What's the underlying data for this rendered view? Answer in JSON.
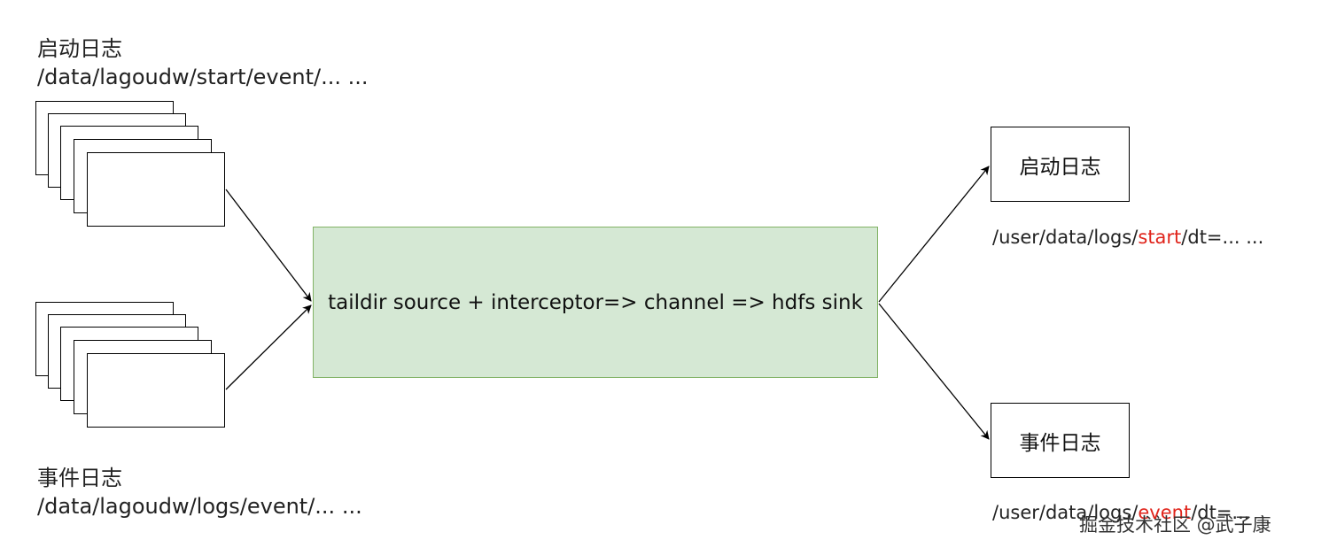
{
  "sources": {
    "start": {
      "title": "启动日志",
      "path": "/data/lagoudw/start/event/... ..."
    },
    "event": {
      "title": "事件日志",
      "path": "/data/lagoudw/logs/event/... ..."
    }
  },
  "pipeline": {
    "label": "taildir source + interceptor=> channel => hdfs sink",
    "fill_color": "#d5e8d4",
    "border_color": "#82b366"
  },
  "outputs": {
    "start": {
      "title": "启动日志",
      "path_prefix": "/user/data/logs/",
      "path_highlight": "start",
      "path_suffix": "/dt=... ..."
    },
    "event": {
      "title": "事件日志",
      "path_prefix": "/user/data/logs/",
      "path_highlight": "event",
      "path_suffix": "/dt=..."
    }
  },
  "highlight_color": "#e0241b",
  "watermark": "掘金技术社区 @武子康"
}
